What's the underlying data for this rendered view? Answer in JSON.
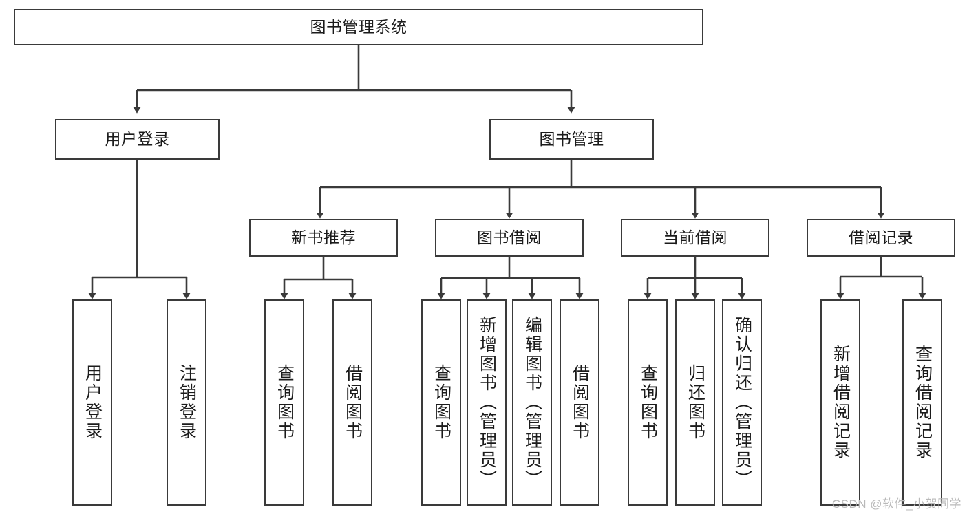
{
  "diagram": {
    "title": "图书管理系统",
    "type": "tree-hierarchy",
    "watermark": "CSDN @软件_小贺同学",
    "colors": {
      "stroke": "#3a3a3a",
      "fill": "#ffffff",
      "text": "#1b1b1b",
      "watermark": "#b9b9b9"
    },
    "root": {
      "label": "图书管理系统"
    },
    "level1": [
      {
        "label": "用户登录"
      },
      {
        "label": "图书管理"
      }
    ],
    "level2": [
      {
        "label": "新书推荐"
      },
      {
        "label": "图书借阅"
      },
      {
        "label": "当前借阅"
      },
      {
        "label": "借阅记录"
      }
    ],
    "leaves_user_login": [
      {
        "label": "用户登录"
      },
      {
        "label": "注销登录"
      }
    ],
    "leaves_new_books": [
      {
        "label": "查询图书"
      },
      {
        "label": "借阅图书"
      }
    ],
    "leaves_book_borrow": [
      {
        "label": "查询图书"
      },
      {
        "label": "新增图书（管理员）"
      },
      {
        "label": "编辑图书（管理员）"
      },
      {
        "label": "借阅图书"
      }
    ],
    "leaves_current_borrow": [
      {
        "label": "查询图书"
      },
      {
        "label": "归还图书"
      },
      {
        "label": "确认归还（管理员）"
      }
    ],
    "leaves_borrow_records": [
      {
        "label": "新增借阅记录"
      },
      {
        "label": "查询借阅记录"
      }
    ]
  }
}
